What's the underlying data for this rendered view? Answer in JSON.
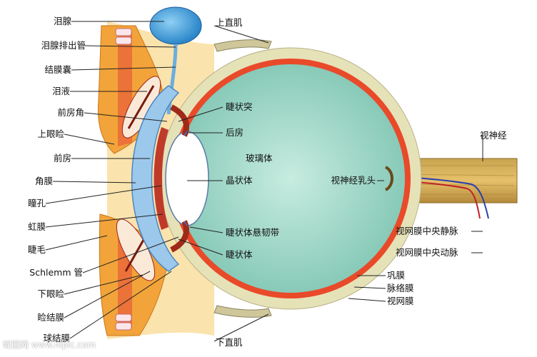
{
  "labels": {
    "lacrimal_gland": "泪腺",
    "lacrimal_duct": "泪腺排出管",
    "conjunctival_sac": "结膜囊",
    "tear_fluid": "泪液",
    "anterior_chamber_angle": "前房角",
    "upper_eyelid": "上眼睑",
    "anterior_chamber": "前房",
    "cornea": "角膜",
    "pupil": "瞳孔",
    "iris": "虹膜",
    "eyelash": "睫毛",
    "schlemm_canal": "Schlemm 管",
    "lower_eyelid": "下眼睑",
    "palpebral_conjunctiva": "睑结膜",
    "bulbar_conjunctiva": "球结膜",
    "superior_rectus": "上直肌",
    "ciliary_process": "睫状突",
    "posterior_chamber": "后房",
    "vitreous_body": "玻璃体",
    "lens": "晶状体",
    "optic_disc": "视神经乳头",
    "optic_nerve": "视神经",
    "zonular_fibers": "睫状体悬韧带",
    "ciliary_body": "睫状体",
    "central_retinal_vein": "视网膜中央静脉",
    "central_retinal_artery": "视网膜中央动脉",
    "sclera": "巩膜",
    "choroid": "脉络膜",
    "retina": "视网膜",
    "inferior_rectus": "下直肌"
  },
  "watermark": "昵图网 www.nipic.com",
  "colors": {
    "vitreous": "#9fd6c6",
    "sclera": "#e6e2b8",
    "choroid": "#e84a2a",
    "cornea": "#9cc8ec",
    "eyelid": "#f2a43a",
    "gland": "#4aa6e0",
    "nerve": "#d8b15a"
  }
}
